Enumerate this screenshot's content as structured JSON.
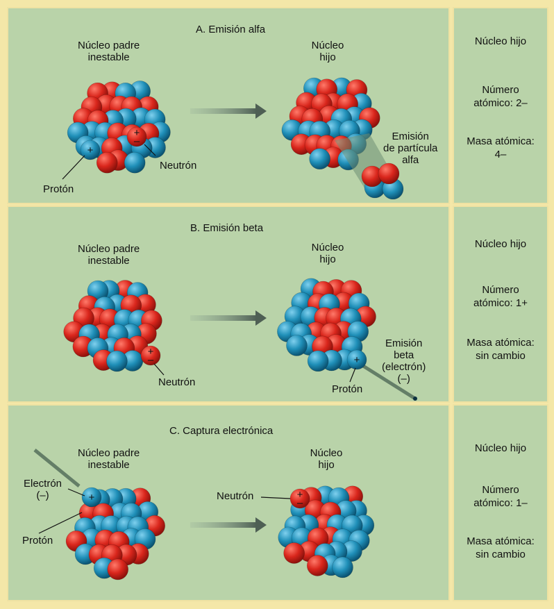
{
  "panels": [
    {
      "title": "A. Emisión alfa",
      "parent_label": [
        "Núcleo padre",
        "inestable"
      ],
      "child_label": [
        "Núcleo",
        "hijo"
      ],
      "annotations": {
        "neutron": "Neutrón",
        "proton": "Protón",
        "emission": [
          "Emisión",
          "de partícula",
          "alfa"
        ]
      },
      "side": {
        "heading": "Núcleo hijo",
        "atomic_number": [
          "Número",
          "atómico: 2–"
        ],
        "atomic_mass": [
          "Masa atómica:",
          "4–"
        ]
      }
    },
    {
      "title": "B. Emisión beta",
      "parent_label": [
        "Núcleo padre",
        "inestable"
      ],
      "child_label": [
        "Núcleo",
        "hijo"
      ],
      "annotations": {
        "neutron": "Neutrón",
        "proton": "Protón",
        "emission": [
          "Emisión",
          "beta",
          "(electrón)",
          "(–)"
        ]
      },
      "side": {
        "heading": "Núcleo hijo",
        "atomic_number": [
          "Número",
          "atómico: 1+"
        ],
        "atomic_mass": [
          "Masa atómica:",
          "sin cambio"
        ]
      }
    },
    {
      "title": "C. Captura electrónica",
      "parent_label": [
        "Núcleo padre",
        "inestable"
      ],
      "child_label": [
        "Núcleo",
        "hijo"
      ],
      "annotations": {
        "electron": [
          "Electrón",
          "(–)"
        ],
        "proton": "Protón",
        "neutron": "Neutrón"
      },
      "side": {
        "heading": "Núcleo hijo",
        "atomic_number": [
          "Número",
          "atómico: 1–"
        ],
        "atomic_mass": [
          "Masa atómica:",
          "sin cambio"
        ]
      }
    }
  ],
  "colors": {
    "proton": "#d9261c",
    "neutron": "#1f8fb8",
    "panel_bg": "#b9d3a9",
    "border": "#efe2a2"
  }
}
